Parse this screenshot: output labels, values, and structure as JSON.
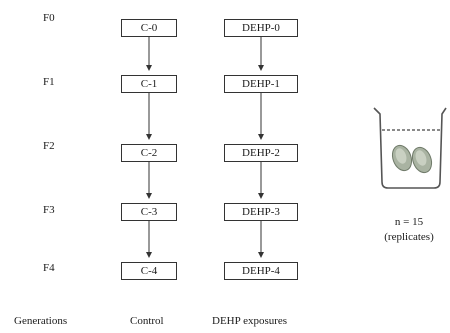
{
  "generations": [
    "F0",
    "F1",
    "F2",
    "F3",
    "F4"
  ],
  "control_boxes": [
    "C-0",
    "C-1",
    "C-2",
    "C-3",
    "C-4"
  ],
  "dehp_boxes": [
    "DEHP-0",
    "DEHP-1",
    "DEHP-2",
    "DEHP-3",
    "DEHP-4"
  ],
  "footer": {
    "generations": "Generations",
    "control": "Control",
    "dehp": "DEHP exposures"
  },
  "note": {
    "n": "n = 15",
    "replicates": "(replicates)"
  },
  "icons": {
    "beaker": "beaker-with-daphnia-icon"
  }
}
